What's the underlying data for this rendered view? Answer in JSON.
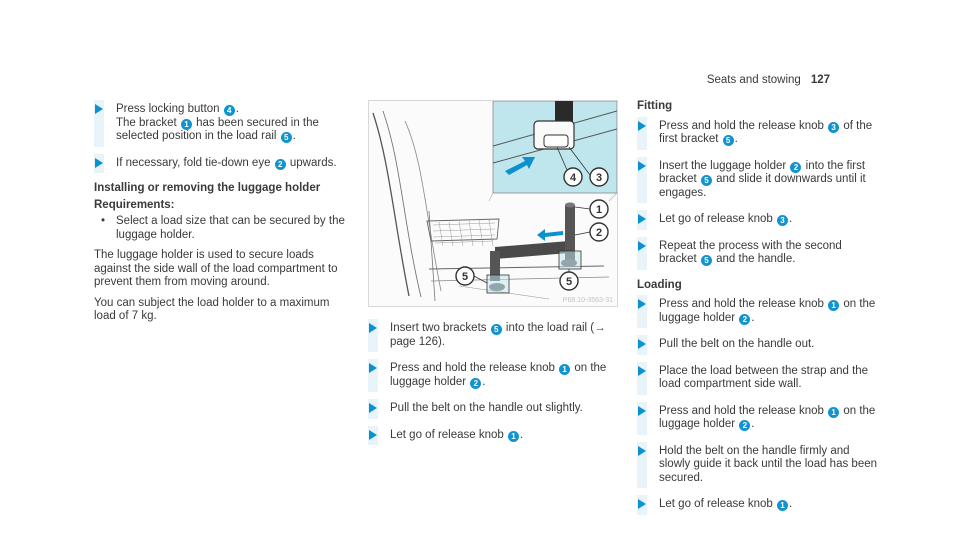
{
  "header": {
    "title": "Seats and stowing",
    "page": "127"
  },
  "col1": {
    "step1": {
      "a": "Press locking button",
      "b1": "4",
      "c": ".",
      "d": "The bracket",
      "b2": "1",
      "e": "has been secured in the selected position in the load rail",
      "b3": "5",
      "f": "."
    },
    "step2": {
      "a": "If necessary, fold tie-down eye",
      "b": "2",
      "c": "upwards."
    },
    "heading": "Installing or removing the luggage holder",
    "req_title": "Requirements:",
    "req_item": "Select a load size that can be secured by the luggage holder.",
    "para1": "The luggage holder is used to secure loads against the side wall of the load compartment to prevent them from moving around.",
    "para2": "You can subject the load holder to a maximum load of 7 kg."
  },
  "figure": {
    "ref": "P68.10-3563-31",
    "callouts": [
      "1",
      "2",
      "3",
      "4",
      "5",
      "5"
    ]
  },
  "col2": {
    "s1": {
      "a": "Insert two brackets",
      "b": "5",
      "c": "into the load rail (→ page 126)."
    },
    "s2": {
      "a": "Press and hold the release knob",
      "b1": "1",
      "c": "on the luggage holder",
      "b2": "2",
      "d": "."
    },
    "s3": {
      "a": "Pull the belt on the handle out slightly."
    },
    "s4": {
      "a": "Let go of release knob",
      "b": "1",
      "c": "."
    }
  },
  "col3": {
    "fitting": "Fitting",
    "f1": {
      "a": "Press and hold the release knob",
      "b1": "3",
      "c": "of the first bracket",
      "b2": "5",
      "d": "."
    },
    "f2": {
      "a": "Insert the luggage holder",
      "b1": "2",
      "c": "into the first bracket",
      "b2": "5",
      "d": "and slide it downwards until it engages."
    },
    "f3": {
      "a": "Let go of release knob",
      "b": "3",
      "c": "."
    },
    "f4": {
      "a": "Repeat the process with the second bracket",
      "b": "5",
      "c": "and the handle."
    },
    "loading": "Loading",
    "l1": {
      "a": "Press and hold the release knob",
      "b1": "1",
      "c": "on the luggage holder",
      "b2": "2",
      "d": "."
    },
    "l2": {
      "a": "Pull the belt on the handle out."
    },
    "l3": {
      "a": "Place the load between the strap and the load compartment side wall."
    },
    "l4": {
      "a": "Press and hold the release knob",
      "b1": "1",
      "c": "on the luggage holder",
      "b2": "2",
      "d": "."
    },
    "l5": {
      "a": "Hold the belt on the handle firmly and slowly guide it back until the load has been secured."
    },
    "l6": {
      "a": "Let go of release knob",
      "b": "1",
      "c": "."
    }
  },
  "colors": {
    "accent": "#0a92d0",
    "badge": "#1193cf",
    "step_bar": "#e8f4fa",
    "inset": "#bfe6ec"
  }
}
